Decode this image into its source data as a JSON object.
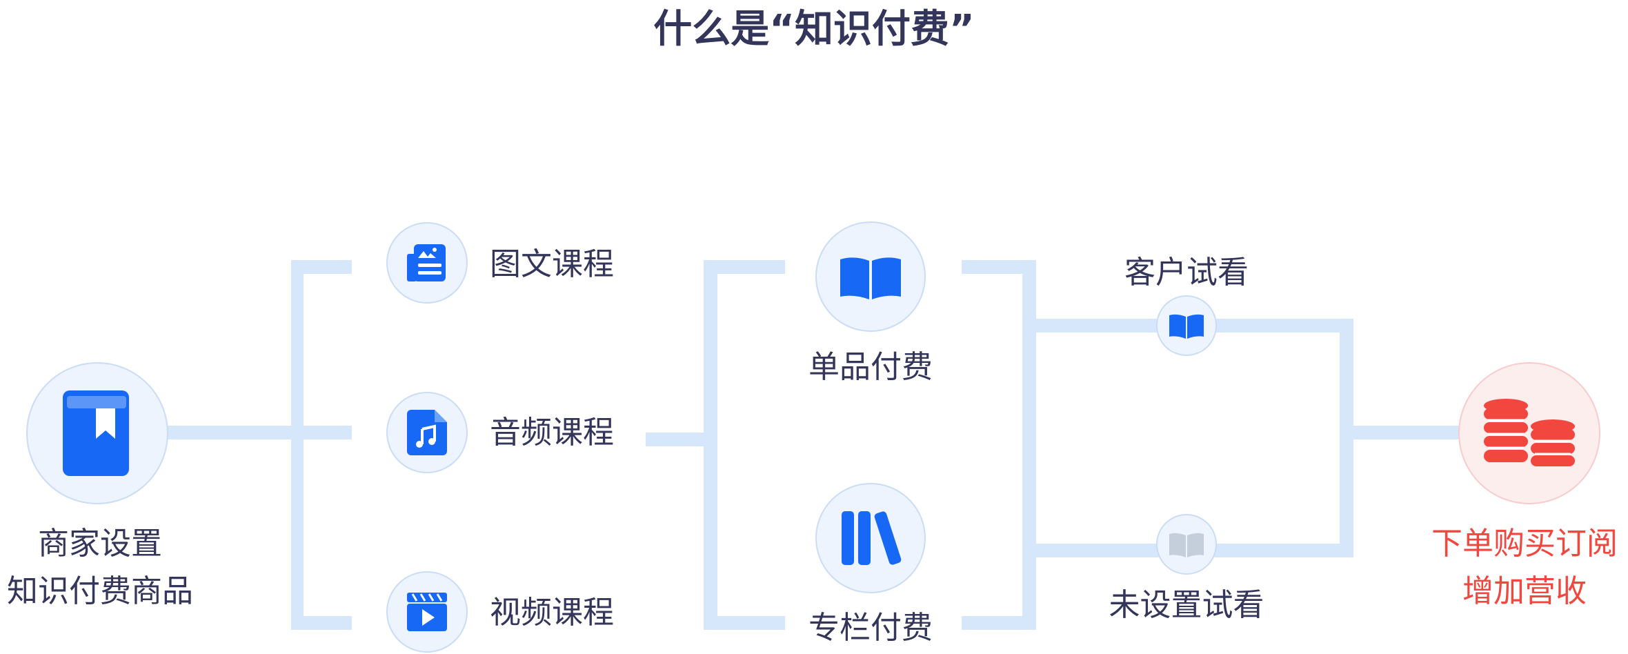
{
  "title": "什么是“知识付费”",
  "merchant": {
    "line1": "商家设置",
    "line2": "知识付费商品",
    "icon": "book-bookmark-icon"
  },
  "course_types": [
    {
      "label": "图文课程",
      "icon": "image-text-icon"
    },
    {
      "label": "音频课程",
      "icon": "audio-file-icon"
    },
    {
      "label": "视频课程",
      "icon": "video-play-icon"
    }
  ],
  "payment_types": [
    {
      "label": "单品付费",
      "icon": "open-book-icon"
    },
    {
      "label": "专栏付费",
      "icon": "books-column-icon"
    }
  ],
  "trial": [
    {
      "label": "客户试看",
      "icon": "open-book-small-icon",
      "color": "#1769f5"
    },
    {
      "label": "未设置试看",
      "icon": "open-book-gray-icon",
      "color": "#c5cfdc"
    }
  ],
  "result": {
    "line1": "下单购买订阅",
    "line2": "增加营收",
    "icon": "coins-stack-icon",
    "color": "#f1473f"
  },
  "colors": {
    "accent": "#1769f5",
    "connector": "#d6e6fb",
    "text": "#33365a",
    "result": "#f1473f"
  }
}
